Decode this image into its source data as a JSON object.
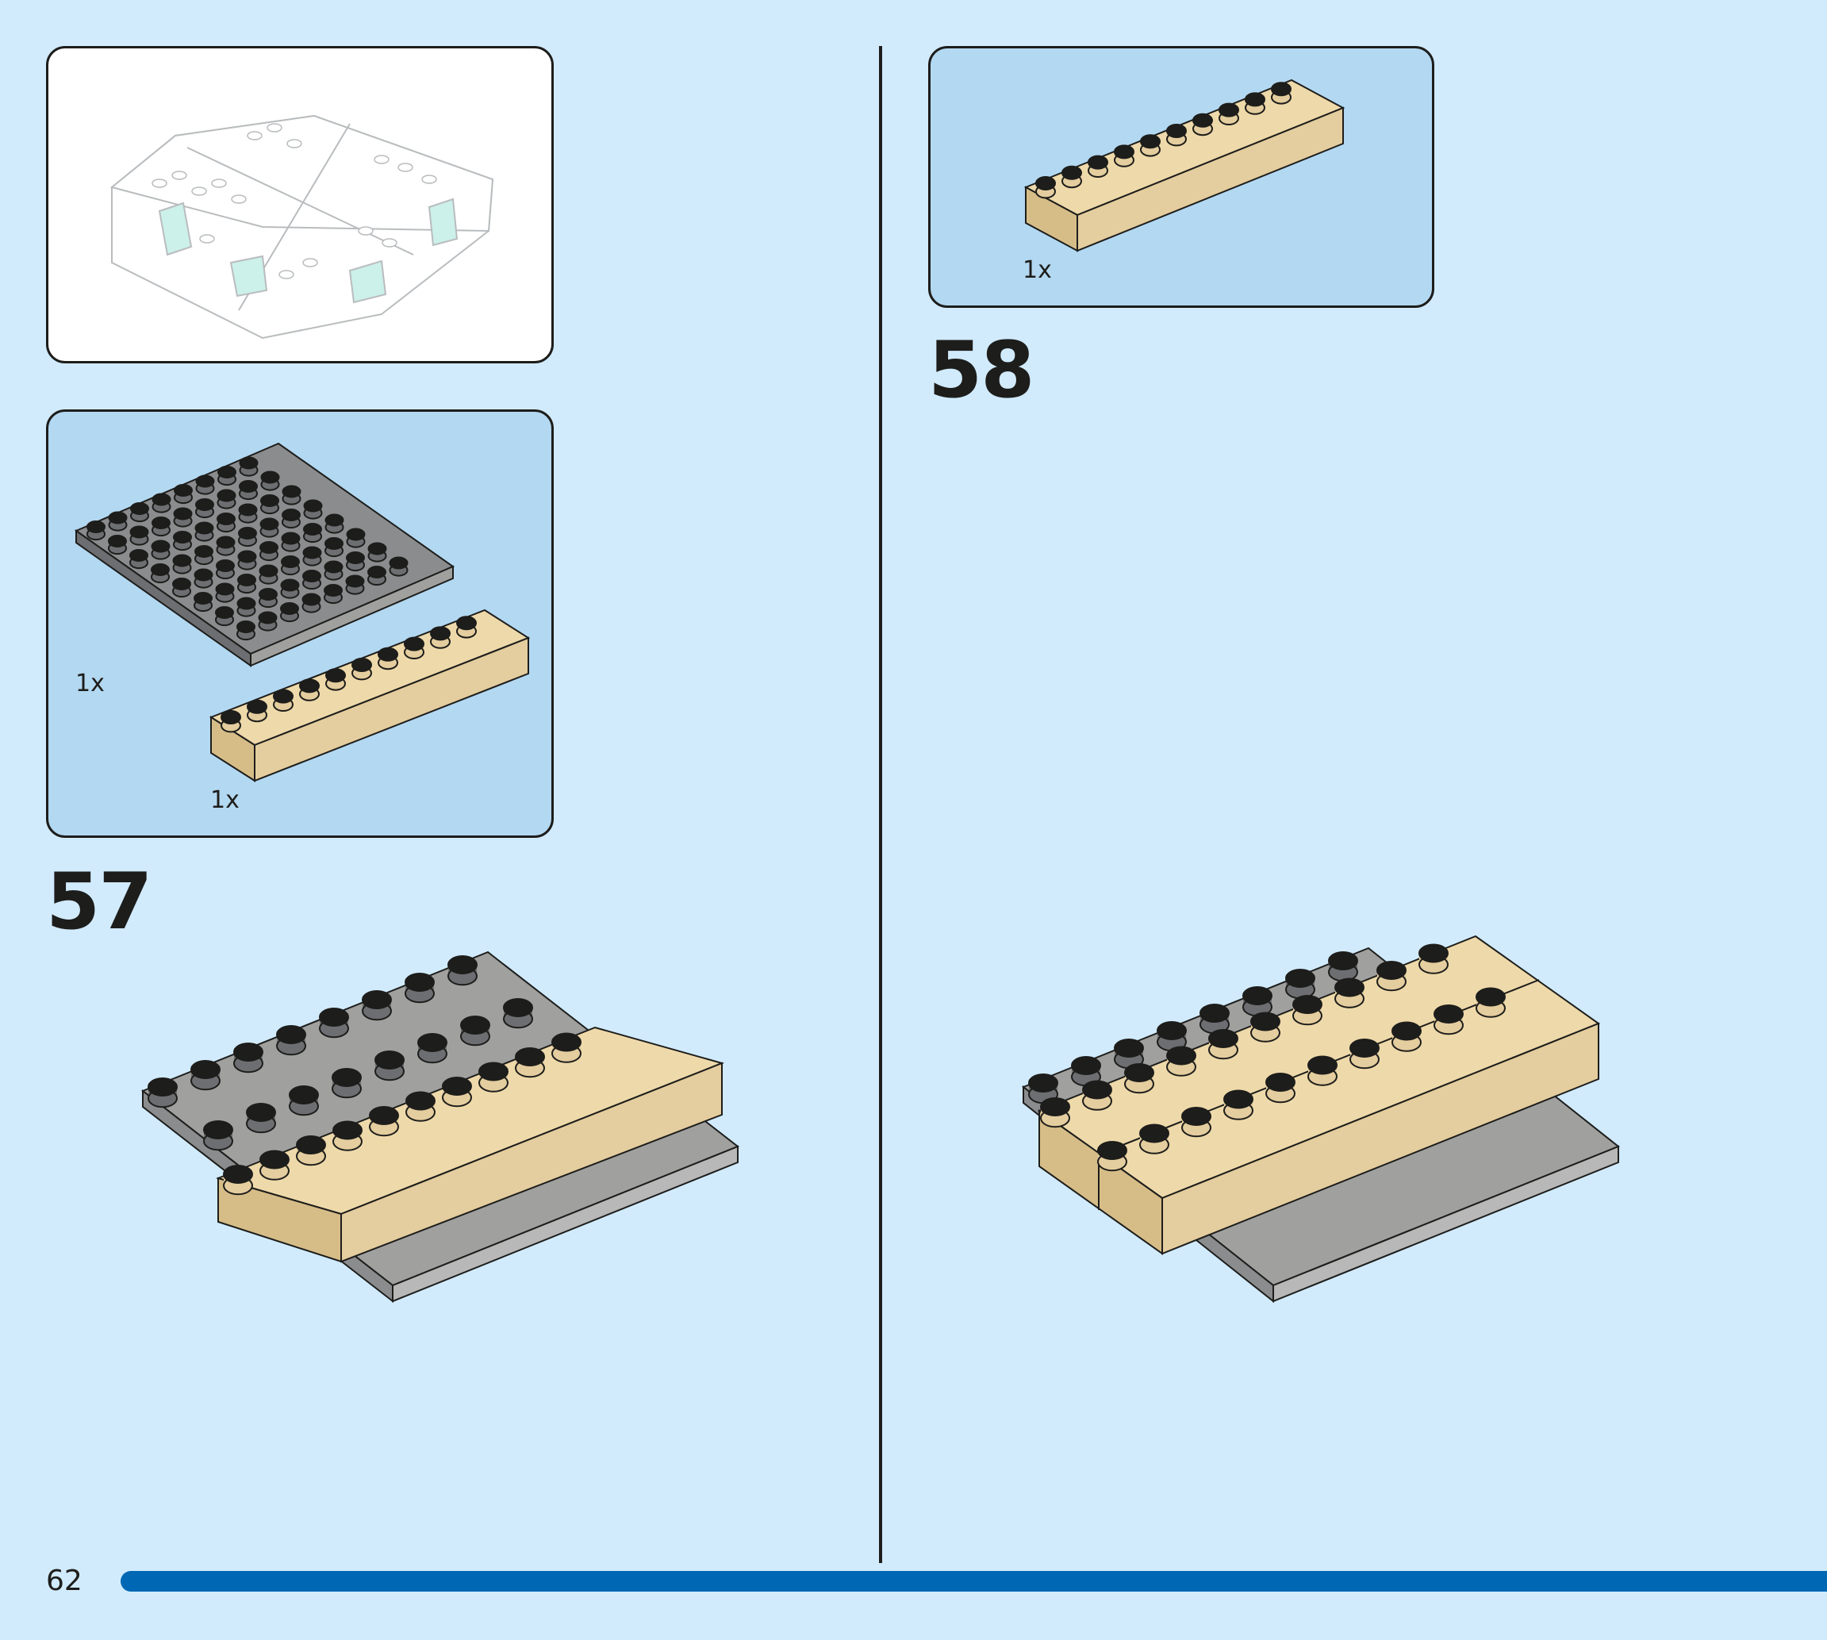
{
  "page": {
    "number": "62",
    "progress_fraction": 1.0
  },
  "steps": [
    {
      "number": "57",
      "parts": [
        {
          "qty": "1x",
          "part_icon": "dark-gray-8x8-plate"
        },
        {
          "qty": "1x",
          "part_icon": "tan-1x10-brick"
        }
      ],
      "submodel_icon": "white-octagonal-base-submodel"
    },
    {
      "number": "58",
      "parts": [
        {
          "qty": "1x",
          "part_icon": "tan-1x10-brick"
        }
      ]
    }
  ],
  "colors": {
    "background": "#d1ebfd",
    "parts_panel": "#b3d8f1",
    "tan": "#e4cd9e",
    "dark_gray": "#6d6e71",
    "light_gray": "#a0a19f",
    "progress": "#0067b5"
  }
}
